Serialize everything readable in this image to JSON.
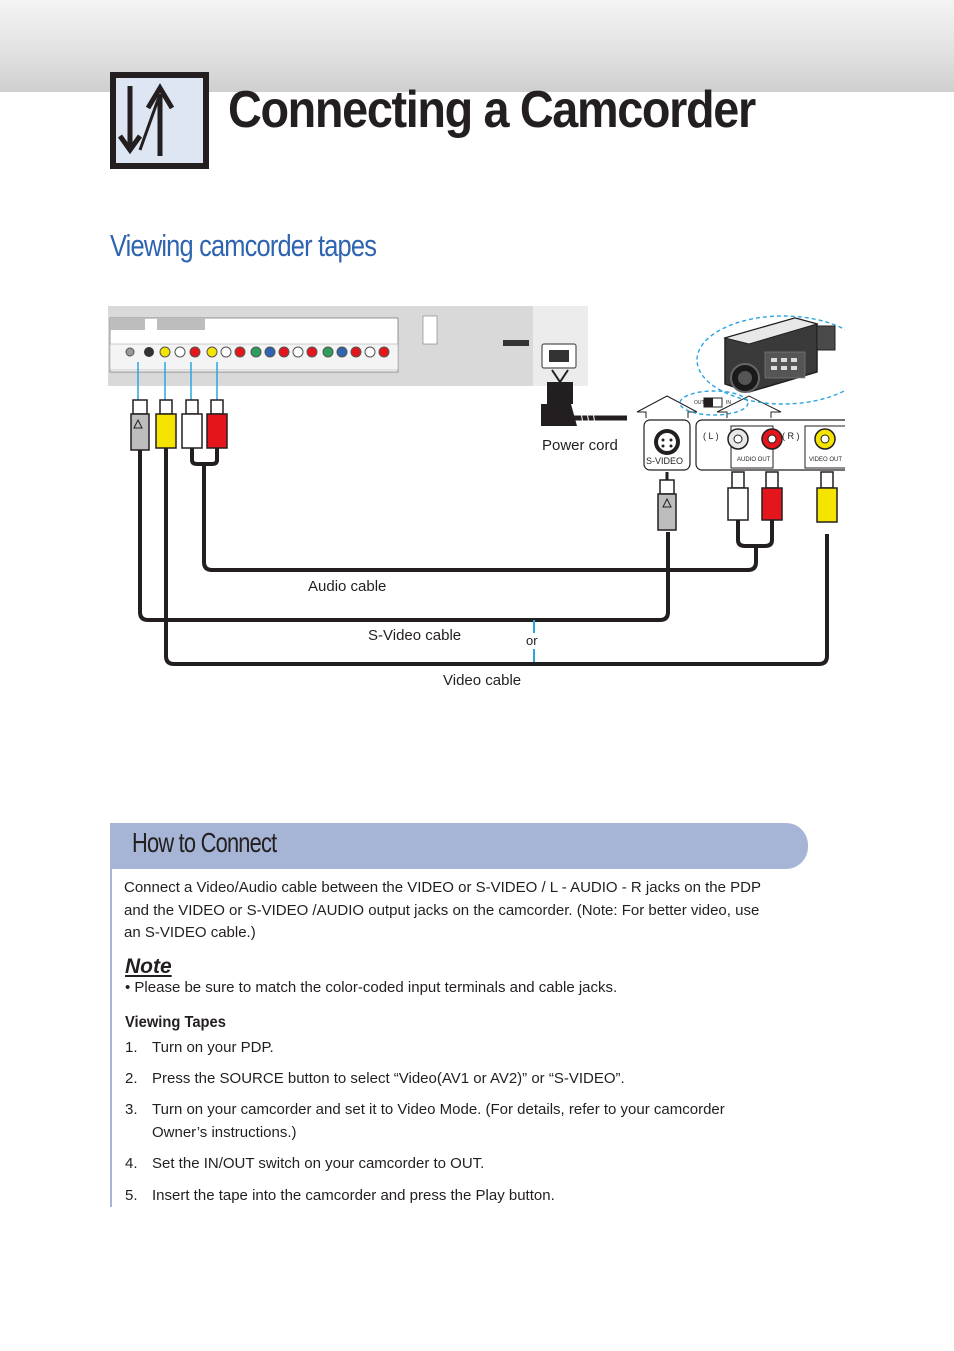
{
  "page": {
    "title": "Connecting a Camcorder"
  },
  "section": {
    "title": "Viewing camcorder tapes"
  },
  "diagram": {
    "power_cord": "Power cord",
    "audio_cable": "Audio cable",
    "svideo_cable": "S-Video cable",
    "or": "or",
    "video_cable": "Video cable",
    "camcorder_svideo": "S-VIDEO",
    "camcorder_l": "( L )",
    "camcorder_r": "( R )",
    "camcorder_audio_out": "AUDIO OUT",
    "camcorder_video_out": "VIDEO OUT",
    "switch_out": "OUT",
    "switch_in": "IN",
    "colors": {
      "yellow": "#f5e400",
      "white": "#ffffff",
      "red": "#e4161b",
      "cable": "#231f20",
      "panel": "#d9d9d9",
      "callout": "#2aa6df"
    }
  },
  "how_to_connect": {
    "title": "How to Connect",
    "intro": "Connect a Video/Audio cable between the VIDEO or S-VIDEO / L - AUDIO - R jacks on the PDP and the VIDEO or S-VIDEO /AUDIO output jacks on the camcorder. (Note: For better video, use an S-VIDEO cable.)",
    "note_title": "Note",
    "note_item": "•  Please be sure to match the color-coded input terminals and cable jacks.",
    "viewing_tapes_title": "Viewing Tapes",
    "steps": [
      {
        "num": "1.",
        "text": "Turn on your PDP."
      },
      {
        "num": "2.",
        "text": "Press the SOURCE button to select “Video(AV1 or AV2)” or “S-VIDEO”."
      },
      {
        "num": "3.",
        "text": "Turn on your camcorder and set it to Video Mode. (For details, refer to your camcorder Owner’s instructions.)"
      },
      {
        "num": "4.",
        "text": "Set the IN/OUT switch on your camcorder to OUT."
      },
      {
        "num": "5.",
        "text": "Insert the tape into the camcorder and press the Play button."
      }
    ]
  }
}
